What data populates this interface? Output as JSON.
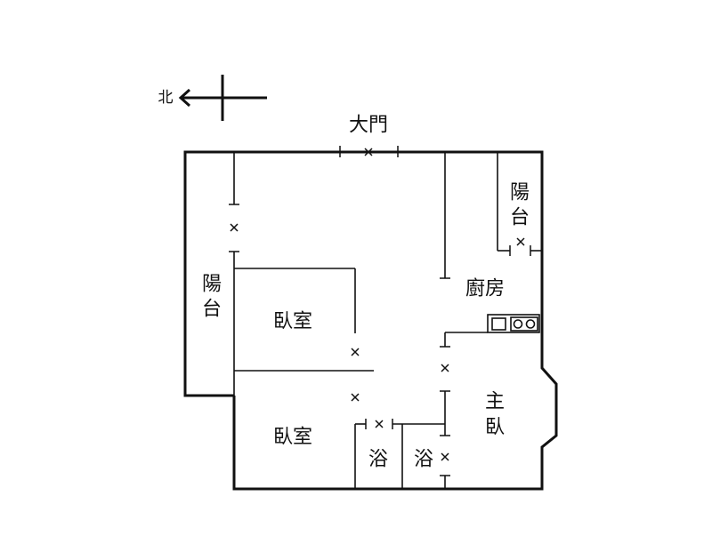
{
  "compass": {
    "label": "北",
    "icon": "north-arrow-icon"
  },
  "rooms": {
    "main_door": "大門",
    "balcony_left": [
      "陽",
      "台"
    ],
    "balcony_right": [
      "陽",
      "台"
    ],
    "kitchen": "廚房",
    "bedroom_1": "臥室",
    "bedroom_2": "臥室",
    "bath_1": "浴",
    "bath_2": "浴",
    "master_bedroom": [
      "主",
      "臥"
    ]
  },
  "colors": {
    "line": "#111111",
    "background": "#ffffff"
  }
}
